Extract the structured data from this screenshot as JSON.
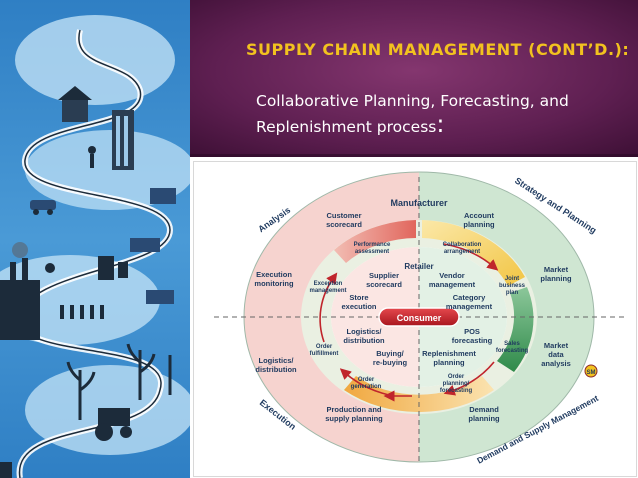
{
  "slide": {
    "title": "SUPPLY CHAIN MANAGEMENT  (CONT’D.):",
    "subtitle_line1": "Collaborative Planning, Forecasting, and",
    "subtitle_line2": "Replenishment process",
    "subtitle_colon": ":"
  },
  "colors": {
    "title": "#f2c21f",
    "header_bg": "#5b1f4f",
    "left_panel_bg": "#3f8fd0",
    "ring_pink": "#f6d3cf",
    "ring_green": "#cfe6d2",
    "consumer_red": "#c0252c"
  },
  "diagram": {
    "corner_labels": {
      "analysis": "Analysis",
      "strategy_planning": "Strategy and Planning",
      "execution": "Execution",
      "demand_supply": "Demand and Supply Management",
      "sm_badge": "SM"
    },
    "manufacturer": "Manufacturer",
    "retailer": "Retailer",
    "consumer": "Consumer",
    "outer": {
      "customer_scorecard_1": "Customer",
      "customer_scorecard_2": "scorecard",
      "account_planning_1": "Account",
      "account_planning_2": "planning",
      "execution_monitoring_1": "Execution",
      "execution_monitoring_2": "monitoring",
      "market_planning_1": "Market",
      "market_planning_2": "planning",
      "logistics_distribution_1": "Logistics/",
      "logistics_distribution_2": "distribution",
      "market_data_analysis_1": "Market",
      "market_data_analysis_2": "data",
      "market_data_analysis_3": "analysis",
      "production_planning_1": "Production and",
      "production_planning_2": "supply planning",
      "demand_planning_1": "Demand",
      "demand_planning_2": "planning"
    },
    "middle": {
      "performance_assessment_1": "Performance",
      "performance_assessment_2": "assessment",
      "collaboration_arrangement_1": "Collaboration",
      "collaboration_arrangement_2": "arrangement",
      "exception_management_1": "Exception",
      "exception_management_2": "management",
      "joint_business_plan_1": "Joint",
      "joint_business_plan_2": "business",
      "joint_business_plan_3": "plan",
      "order_fulfillment_1": "Order",
      "order_fulfillment_2": "fulfillment",
      "sales_forecasting_1": "Sales",
      "sales_forecasting_2": "forecasting",
      "order_generation_1": "Order",
      "order_generation_2": "generation",
      "order_planning_1": "Order",
      "order_planning_2": "planning/",
      "order_planning_3": "forecasting"
    },
    "inner": {
      "supplier_scorecard_1": "Supplier",
      "supplier_scorecard_2": "scorecard",
      "vendor_management_1": "Vendor",
      "vendor_management_2": "management",
      "store_execution_1": "Store",
      "store_execution_2": "execution",
      "category_management_1": "Category",
      "category_management_2": "management",
      "logistics_distribution_1": "Logistics/",
      "logistics_distribution_2": "distribution",
      "pos_forecasting_1": "POS",
      "pos_forecasting_2": "forecasting",
      "buying_1": "Buying/",
      "buying_2": "re-buying",
      "replenishment_planning_1": "Replenishment",
      "replenishment_planning_2": "planning"
    }
  }
}
